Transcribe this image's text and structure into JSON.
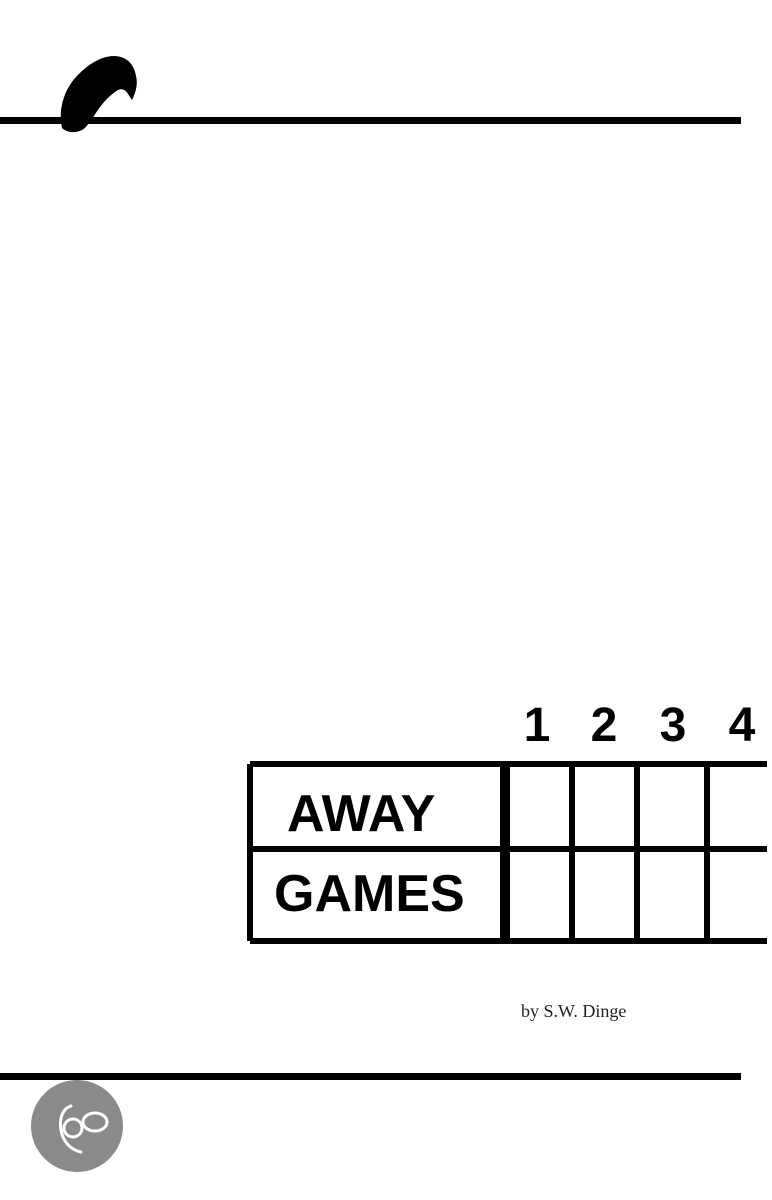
{
  "cover": {
    "title_line1": "AWAY",
    "title_line2": "GAMES",
    "byline": "by S.W. Dinge",
    "innings": [
      "1",
      "2",
      "3",
      "4"
    ]
  },
  "icons": {
    "bird": "crow-silhouette-icon",
    "seal": "stamp-seal-icon"
  },
  "colors": {
    "ink": "#000000",
    "background": "#ffffff",
    "seal": "#8a8a8a"
  }
}
